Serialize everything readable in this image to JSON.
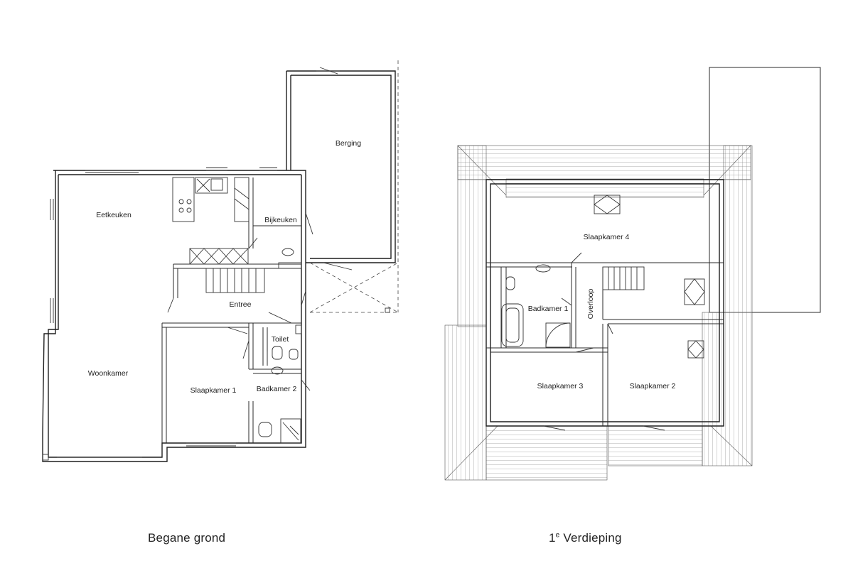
{
  "floors": [
    {
      "caption": "Begane grond",
      "rooms": {
        "berging": "Berging",
        "eetkeuken": "Eetkeuken",
        "bijkeuken": "Bijkeuken",
        "entree": "Entree",
        "toilet": "Toilet",
        "woonkamer": "Woonkamer",
        "slaapkamer1": "Slaapkamer 1",
        "badkamer2": "Badkamer 2"
      }
    },
    {
      "caption_main": "1",
      "caption_sup": "e",
      "caption_rest": " Verdieping",
      "rooms": {
        "slaapkamer4": "Slaapkamer 4",
        "badkamer1": "Badkamer 1",
        "overloop": "Overloop",
        "slaapkamer3": "Slaapkamer 3",
        "slaapkamer2": "Slaapkamer 2"
      }
    }
  ]
}
